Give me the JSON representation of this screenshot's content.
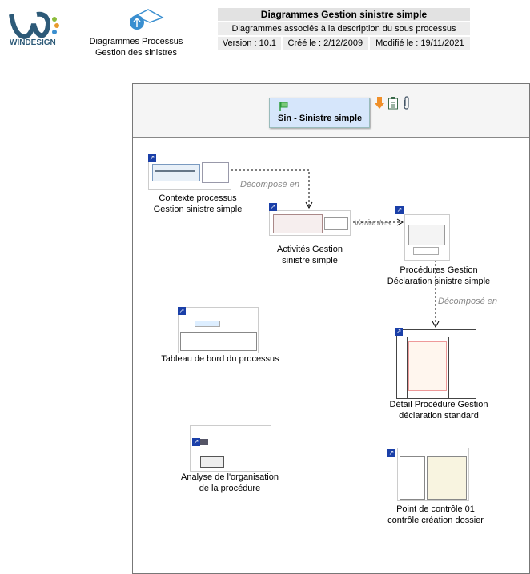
{
  "header": {
    "logo_text": "WINDESIGN",
    "process_link": "Diagrammes Processus Gestion des sinistres",
    "process_link_line1": "Diagrammes Processus",
    "process_link_line2": "Gestion des sinistres"
  },
  "info": {
    "title": "Diagrammes Gestion sinistre simple",
    "subtitle": "Diagrammes associés à la description du sous processus",
    "version": "Version : 10.1",
    "created": "Créé le : 2/12/2009",
    "modified": "Modifié le : 19/11/2021"
  },
  "root": {
    "label": "Sin - Sinistre simple"
  },
  "nodes": [
    {
      "l1": "Contexte processus",
      "l2": "Gestion sinistre simple"
    },
    {
      "l1": "Activités Gestion",
      "l2": "sinistre simple"
    },
    {
      "l1": "Procédures Gestion",
      "l2": "Déclaration sinistre simple"
    },
    {
      "l1": "Tableau de bord du processus",
      "l2": ""
    },
    {
      "l1": "Détail Procédure Gestion",
      "l2": "déclaration standard"
    },
    {
      "l1": "Analyse de l'organisation",
      "l2": "de la procédure"
    },
    {
      "l1": "Point de contrôle 01",
      "l2": "contrôle création dossier"
    }
  ],
  "links": {
    "decompose1": "Décomposé en",
    "variantes": "Variantes",
    "decompose2": "Décomposé en"
  }
}
